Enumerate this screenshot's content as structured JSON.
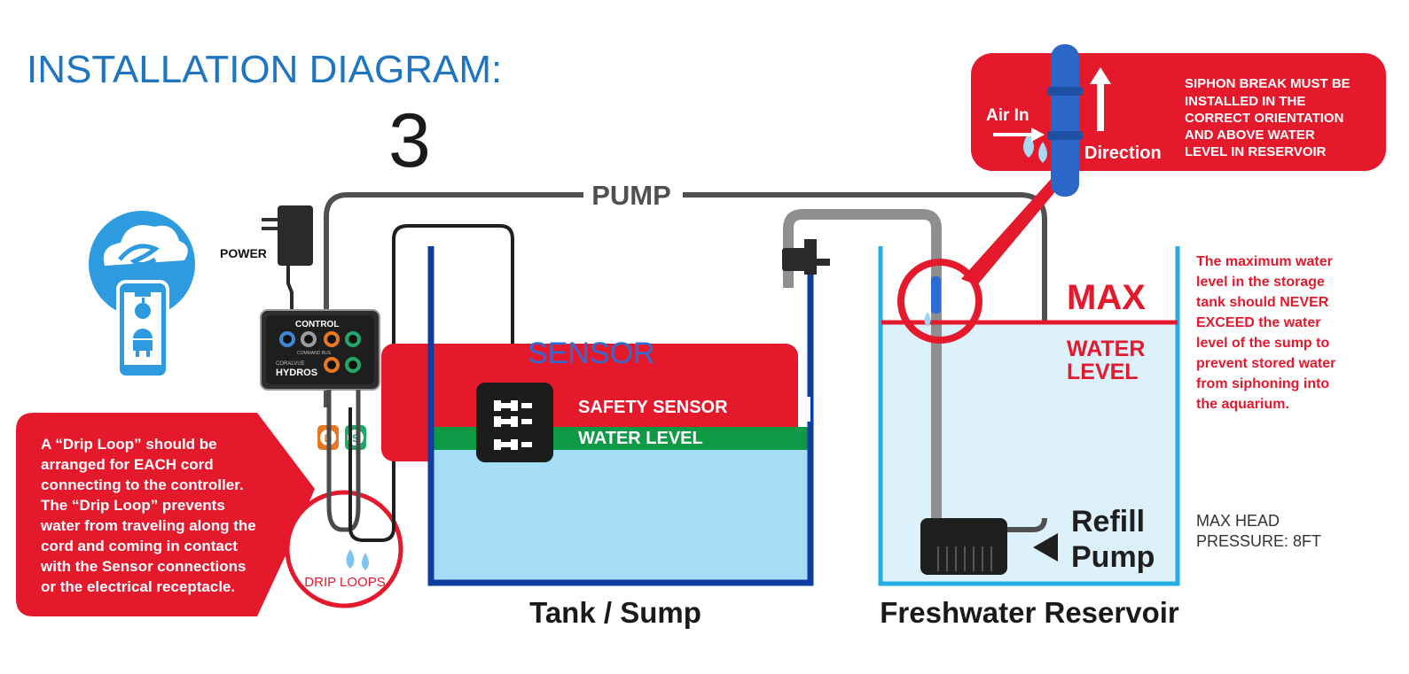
{
  "title": "INSTALLATION DIAGRAM:",
  "step_number": "3",
  "power_label": "POWER",
  "pump_label": "PUMP",
  "sensor_label": "SENSOR",
  "safety_sensor_label": "SAFETY SENSOR",
  "water_level_band_label": "WATER LEVEL",
  "controller": {
    "label": "CONTROL",
    "model": "HYDROS",
    "sub_label": "COMMAND BUS",
    "brand": "CORALVUE"
  },
  "port_badges": [
    "D",
    "S"
  ],
  "drip_loop": {
    "note_lines": [
      "A “Drip Loop” should be",
      "arranged for EACH cord",
      "connecting to the controller.",
      "The “Drip Loop” prevents",
      "water from traveling along the",
      "cord and coming in contact",
      "with the Sensor connections",
      "or the electrical receptacle."
    ],
    "circle_label": "DRIP LOOPS"
  },
  "siphon_break": {
    "air_in_label": "Air In",
    "direction_label": "Direction",
    "note_lines": [
      "SIPHON BREAK MUST BE",
      "INSTALLED IN THE",
      "CORRECT ORIENTATION",
      "AND ABOVE WATER",
      "LEVEL IN RESERVOIR"
    ]
  },
  "max_label": "MAX",
  "water_level_label_lines": [
    "WATER",
    "LEVEL"
  ],
  "max_note_lines": [
    "The maximum water",
    "level in the storage",
    "tank should NEVER",
    "EXCEED the water",
    "level of the sump to",
    "prevent stored water",
    "from siphoning into",
    "the aquarium."
  ],
  "refill_pump_label_lines": [
    "Refill",
    "Pump"
  ],
  "max_head_lines": [
    "MAX HEAD",
    "PRESSURE: 8FT"
  ],
  "tank_label": "Tank / Sump",
  "reservoir_label": "Freshwater Reservoir",
  "colors": {
    "brand_blue": "#1f75bf",
    "alert_red": "#e5192c",
    "water_blue": "#a5dcf6",
    "level_green": "#0e9a45",
    "dark": "#222222"
  }
}
